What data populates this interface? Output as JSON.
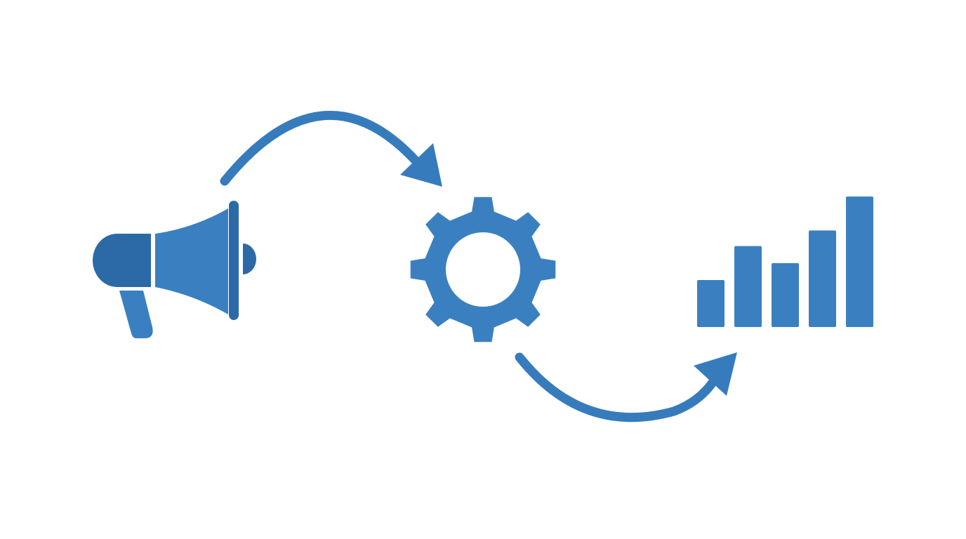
{
  "colors": {
    "background": "#ffffff",
    "primary": "#3a80c1",
    "primary_dark": "#2b6aa6",
    "arrow": "#367cbd"
  },
  "flow": {
    "steps": [
      {
        "name": "megaphone",
        "icon": "megaphone-icon"
      },
      {
        "name": "gear",
        "icon": "gear-icon"
      },
      {
        "name": "bar-chart",
        "icon": "bar-chart-icon"
      }
    ],
    "connectors": [
      {
        "from": "megaphone",
        "to": "gear",
        "icon": "curved-arrow-icon"
      },
      {
        "from": "gear",
        "to": "bar-chart",
        "icon": "curved-arrow-icon"
      }
    ]
  },
  "bar_chart_icon": {
    "relative_values": [
      0.36,
      0.62,
      0.49,
      0.74,
      1.0
    ]
  }
}
